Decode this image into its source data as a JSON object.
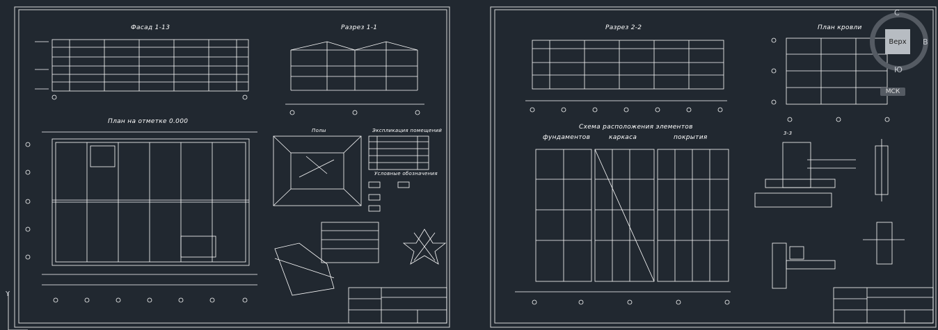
{
  "sheet1": {
    "title_facade": "Фасад 1-13",
    "title_section": "Разрез 1-1",
    "title_plan": "План на отметке 0.000",
    "title_floor": "Полы",
    "title_room_schedule": "Экспликация помещений",
    "title_legend": "Условные обозначения"
  },
  "sheet2": {
    "title_section": "Разрез 2-2",
    "title_roof": "План кровли",
    "title_scheme": "Схема расположения элементов",
    "sub_foundations": "фундаментов",
    "sub_frame": "каркаса",
    "sub_roof": "покрытия",
    "detail_3": "3-3"
  },
  "viewcube": {
    "face_label": "Верх",
    "north": "С",
    "east": "В",
    "south": "Ю",
    "wcs": "МСК"
  },
  "ucs": {
    "y_label": "Y"
  },
  "colors": {
    "background": "#212830",
    "lines": "#ffffff",
    "frame": "#d8d8d8"
  }
}
